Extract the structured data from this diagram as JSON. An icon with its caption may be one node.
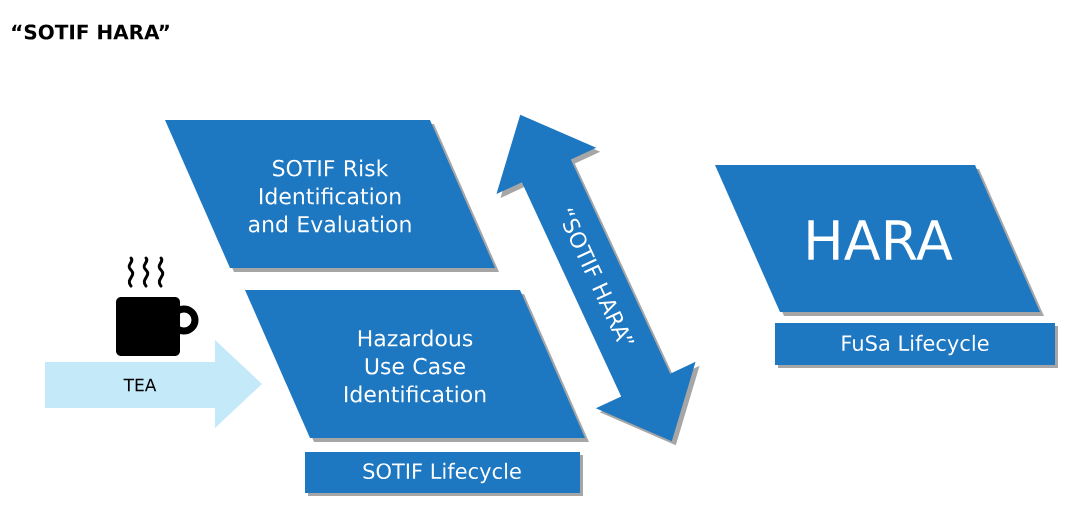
{
  "diagram": {
    "title": "“SOTIF HARA”",
    "nodes": [
      {
        "text": [
          "SOTIF Risk Identification and Evaluation"
        ]
      },
      {
        "text": [
          "TEA"
        ]
      },
      {
        "text": [
          "Hazardous Use Case Identification"
        ]
      },
      {
        "text": [
          "“SOTIF HARA”"
        ]
      },
      {
        "text": [
          "SOTIF Lifecycle"
        ]
      },
      {
        "text": [
          "HARA"
        ]
      },
      {
        "text": [
          "FuSa Lifecycle"
        ]
      }
    ]
  }
}
